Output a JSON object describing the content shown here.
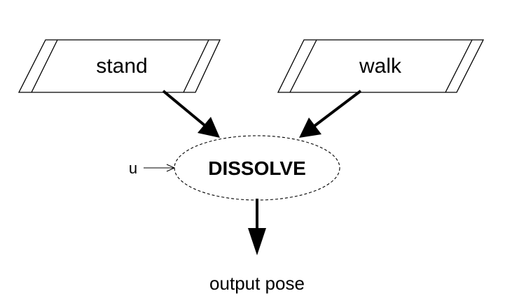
{
  "diagram": {
    "nodes": {
      "stand": {
        "label": "stand"
      },
      "walk": {
        "label": "walk"
      },
      "dissolve": {
        "label": "DISSOLVE"
      },
      "output": {
        "label": "output pose"
      }
    },
    "control_input": {
      "label": "u"
    },
    "edges": [
      {
        "from": "stand",
        "to": "dissolve"
      },
      {
        "from": "walk",
        "to": "dissolve"
      },
      {
        "from": "dissolve",
        "to": "output"
      },
      {
        "from": "u",
        "to": "dissolve"
      }
    ],
    "colors": {
      "stroke": "#000000",
      "background": "#ffffff"
    }
  }
}
